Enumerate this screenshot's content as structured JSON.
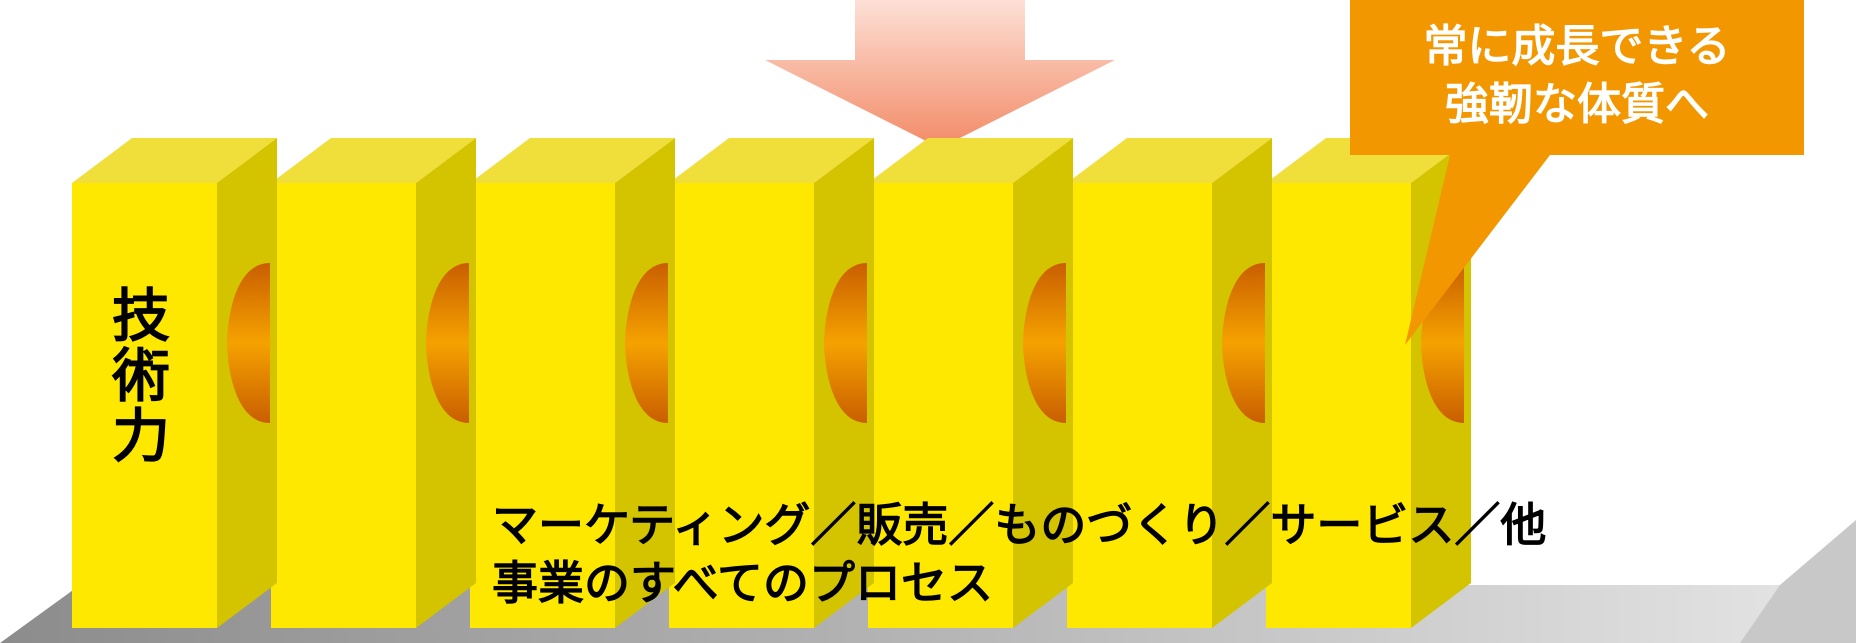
{
  "pillar": {
    "label": "技術力"
  },
  "process": {
    "line1": "マーケティング／販売／ものづくり／サービス／他",
    "line2": "事業のすべてのプロセス"
  },
  "callout": {
    "line1": "常に成長できる",
    "line2": "強靭な体質へ"
  },
  "colors": {
    "block_front": "#ffe800",
    "block_top": "#f0de3a",
    "block_side": "#d4c400",
    "joint": "#e07d00",
    "arrow": "#f69b7e",
    "callout": "#f39700",
    "floor": "#9a9a9a"
  },
  "block_count": 7
}
